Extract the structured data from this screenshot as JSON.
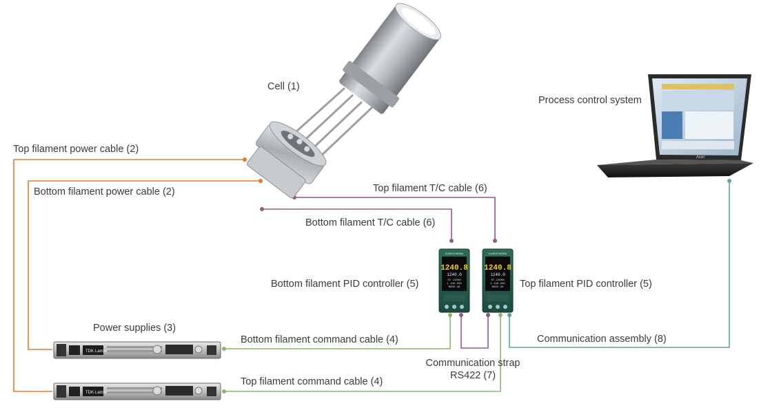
{
  "labels": {
    "cell": "Cell (1)",
    "process_control": "Process control system",
    "top_filament_power": "Top filament power cable (2)",
    "bottom_filament_power": "Bottom filament power cable (2)",
    "top_filament_tc": "Top filament T/C cable (6)",
    "bottom_filament_tc": "Bottom filament T/C cable (6)",
    "bottom_pid": "Bottom filament PID controller (5)",
    "top_pid": "Top filament PID controller (5)",
    "power_supplies": "Power supplies (3)",
    "bottom_command": "Bottom filament command cable (4)",
    "top_command": "Top filament command cable (4)",
    "comm_assembly": "Communication assembly (8)",
    "comm_strap_line1": "Communication strap",
    "comm_strap_line2": "RS422 (7)"
  },
  "controller_display": {
    "brand": "EUROTHERM",
    "main_value": "1240.8",
    "line2": "1240.0",
    "line3": "ST 13000",
    "line4": "1 130.000",
    "line5": "MODE 30"
  },
  "power_supply_brand": "TDK·Lambda",
  "laptop_brand": "Acer",
  "colors": {
    "power_cable": "#e07a2e",
    "tc_cable": "#8e5a8a",
    "command_cable": "#8ab86a",
    "comm_cable": "#5aa98e",
    "label_text": "#3a3a3a"
  }
}
